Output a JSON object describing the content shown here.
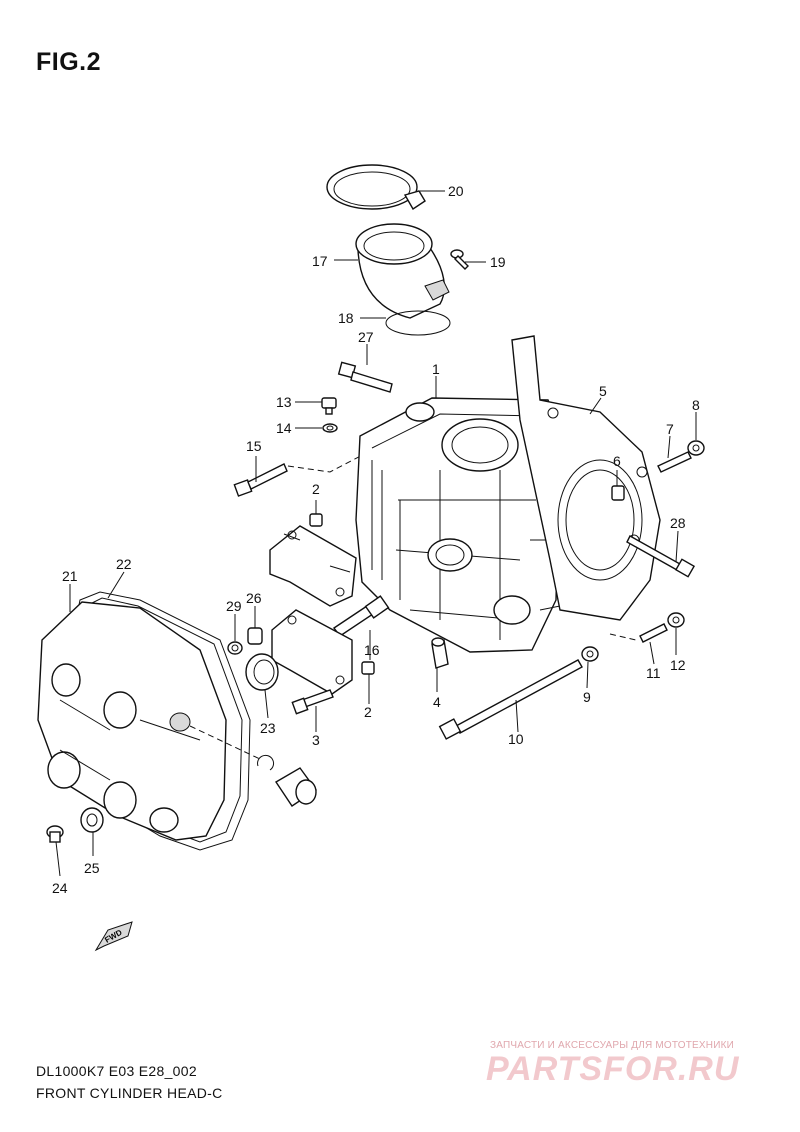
{
  "figure": {
    "title": "FIG.2"
  },
  "footer": {
    "model_code": "DL1000K7 E03 E28_002",
    "diagram_title": "FRONT CYLINDER HEAD-C"
  },
  "watermark": {
    "tagline": "ЗАПЧАСТИ И АКСЕССУАРЫ ДЛЯ МОТОТЕХНИКИ",
    "logo_text": "PARTSFOR.RU"
  },
  "fwd_label": "FWD",
  "callouts": {
    "c1": "1",
    "c2a": "2",
    "c2b": "2",
    "c3": "3",
    "c4": "4",
    "c5": "5",
    "c6": "6",
    "c7": "7",
    "c8": "8",
    "c9": "9",
    "c10": "10",
    "c11": "11",
    "c12": "12",
    "c13": "13",
    "c14": "14",
    "c15": "15",
    "c16": "16",
    "c17": "17",
    "c18": "18",
    "c19": "19",
    "c20": "20",
    "c21": "21",
    "c22": "22",
    "c23": "23",
    "c24": "24",
    "c25": "25",
    "c26": "26",
    "c27": "27",
    "c28": "28",
    "c29": "29"
  }
}
